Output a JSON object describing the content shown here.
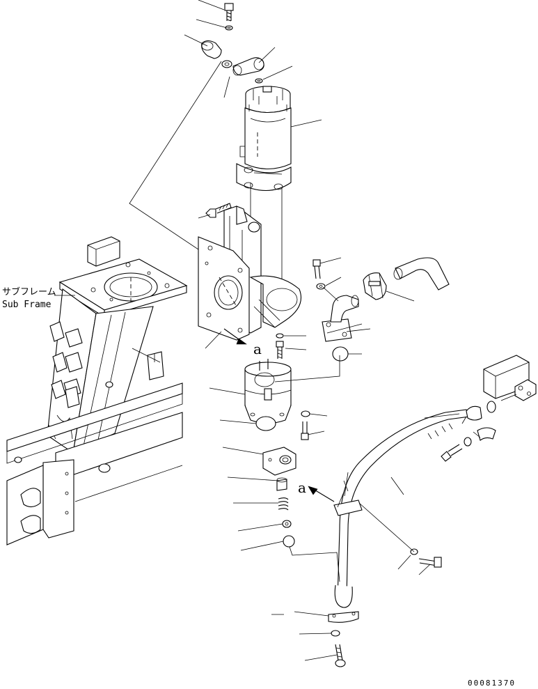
{
  "labels": {
    "sub_frame_jp": "サブフレーム",
    "sub_frame_en": "Sub Frame",
    "ref_a_upper": "a",
    "ref_a_lower": "a",
    "drawing_id": "00081370"
  },
  "parts": [
    "top-bolt",
    "top-washer",
    "elbow-fitting-left",
    "hose-clamp",
    "elbow-fitting-right",
    "motor-washer",
    "electric-motor",
    "motor-mount-flange",
    "bracket-bolt",
    "mounting-bracket",
    "bracket-plate",
    "pump-bolt",
    "pump-washer",
    "hydraulic-pump",
    "o-ring",
    "suction-flange",
    "flange-bolt",
    "flange-washer",
    "hose-band",
    "suction-hose",
    "pump-lower-washer",
    "pump-lower-bolt",
    "plug",
    "valve-block",
    "check-valve-seat",
    "spring",
    "ball-washer",
    "ball",
    "delivery-pipe",
    "pipe-clamp-upper",
    "pipe-clamp-lower",
    "clamp-washer",
    "clamp-bolt",
    "pipe-end-block",
    "pipe-end-o-ring",
    "pipe-bolt",
    "pipe-washer",
    "pipe-clip",
    "sub-frame",
    "main-frame-rail"
  ]
}
